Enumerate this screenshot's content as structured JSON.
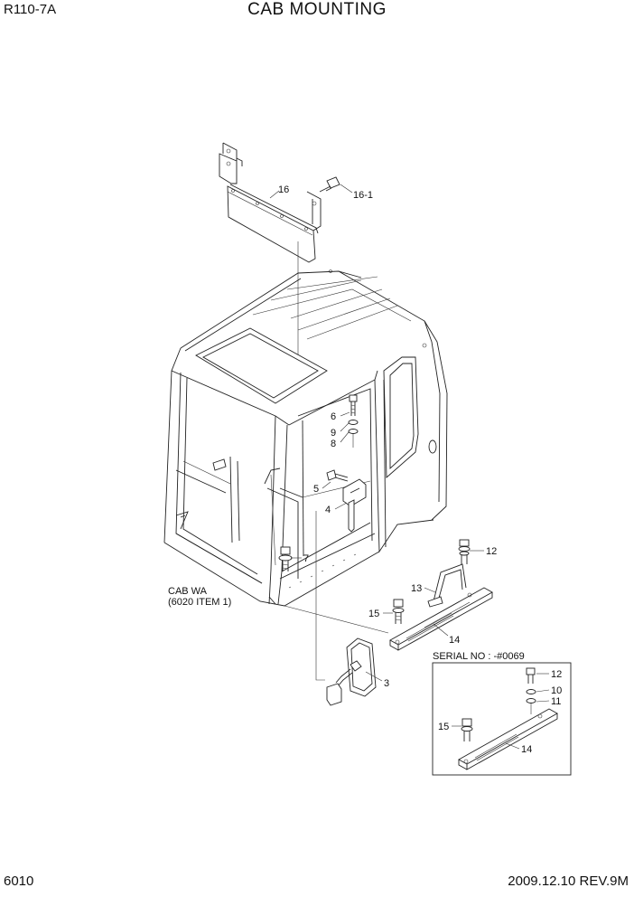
{
  "header": {
    "model": "R110-7A",
    "title": "CAB MOUNTING"
  },
  "footer": {
    "page": "6010",
    "revision": "2009.12.10  REV.9M"
  },
  "labels": {
    "p16": "16",
    "p16_1": "16-1",
    "p6": "6",
    "p9": "9",
    "p8": "8",
    "p5": "5",
    "p4": "4",
    "p7": "7",
    "p12": "12",
    "p13": "13",
    "p15": "15",
    "p14": "14",
    "p3": "3",
    "cab_wa_1": "CAB WA",
    "cab_wa_2": "(6020 ITEM 1)"
  },
  "serial_box": {
    "title": "SERIAL NO : -#0069",
    "p12": "12",
    "p10": "10",
    "p11": "11",
    "p15": "15",
    "p14": "14"
  }
}
